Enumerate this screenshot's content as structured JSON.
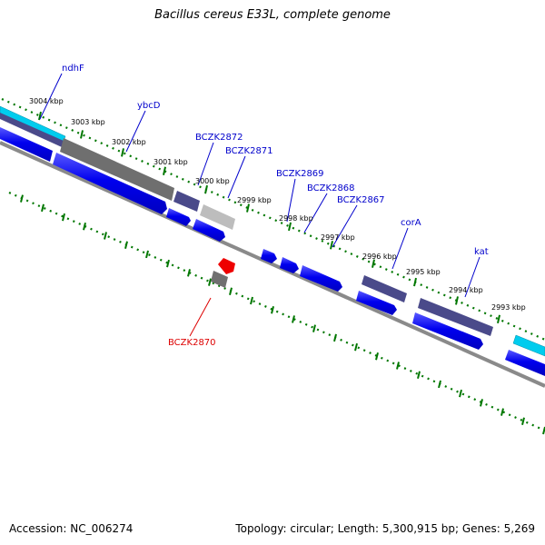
{
  "title": "Bacillus cereus E33L, complete genome",
  "footer": {
    "accession": "Accession: NC_006274",
    "topology": "Topology: circular; Length: 5,300,915 bp; Genes: 5,269"
  },
  "ticks": [
    "3004 kbp",
    "3003 kbp",
    "3002 kbp",
    "3001 kbp",
    "3000 kbp",
    "2999 kbp",
    "2998 kbp",
    "2997 kbp",
    "2996 kbp",
    "2995 kbp",
    "2994 kbp",
    "2993 kbp"
  ],
  "genes": [
    {
      "name": "ndhF",
      "color": "#0000cc"
    },
    {
      "name": "ybcD",
      "color": "#0000cc"
    },
    {
      "name": "BCZK2872",
      "color": "#0000cc"
    },
    {
      "name": "BCZK2871",
      "color": "#0000cc"
    },
    {
      "name": "BCZK2869",
      "color": "#0000cc"
    },
    {
      "name": "BCZK2868",
      "color": "#0000cc"
    },
    {
      "name": "BCZK2867",
      "color": "#0000cc"
    },
    {
      "name": "corA",
      "color": "#0000cc"
    },
    {
      "name": "kat",
      "color": "#0000cc"
    },
    {
      "name": "BCZK2870",
      "color": "#dd0000"
    }
  ],
  "colors": {
    "cds": "#0000ee",
    "cds_highlight": "#4a4aff",
    "feature_purple": "#4a4a8a",
    "feature_cyan": "#00ccee",
    "feature_gray": "#707070",
    "feature_lightgray": "#bdbdbd",
    "selected_gene": "#ee0000",
    "backbone": "#808080",
    "tick_green": "#007700"
  }
}
